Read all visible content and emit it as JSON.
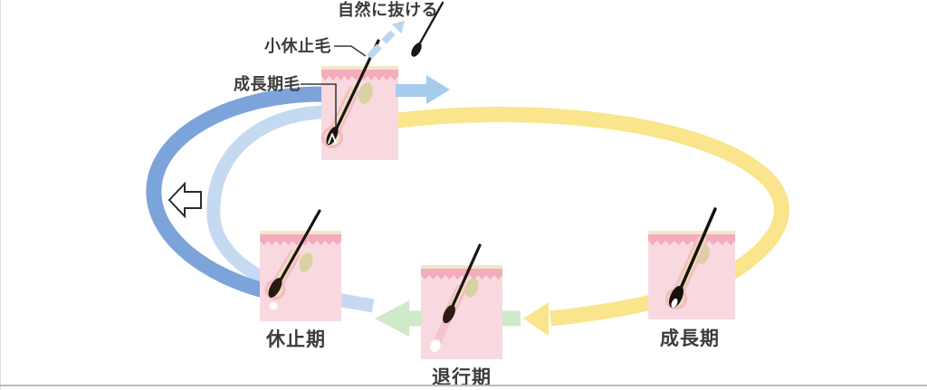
{
  "diagram": {
    "callouts": {
      "falls_out": "自然に抜ける",
      "small_resting_hair": "小休止毛",
      "anagen_hair": "成長期毛"
    },
    "phases": [
      {
        "id": "telogen",
        "label": "休止期"
      },
      {
        "id": "catagen",
        "label": "退行期"
      },
      {
        "id": "anagen",
        "label": "成長期"
      }
    ],
    "colors": {
      "cycle_blue": "#7CA4DB",
      "cycle_light_blue": "#C5DAF1",
      "cycle_yellow": "#FAE48C",
      "cycle_green": "#CFE9C9",
      "small_arrow_blue": "#A6CBEC",
      "skin_body": "#F9D9E0",
      "skin_band": "#F4ABBB",
      "skin_surface": "#F0E8C8",
      "gland": "#D8D2A2",
      "hair": "#1C1410"
    }
  }
}
